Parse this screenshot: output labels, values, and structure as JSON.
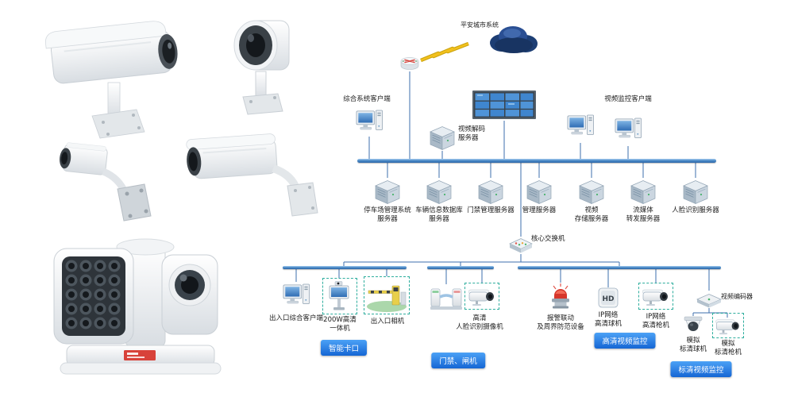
{
  "colors": {
    "badge_blue": "#1d71dd",
    "bus_blue": "#2b66a8",
    "line_blue": "#3e6fae",
    "alarm_red": "#d6362b"
  },
  "topology": {
    "cloud_label": "平安城市系统",
    "integrated_client_label": "综合系统客户端",
    "decode_server_label": "视频解码\n服务器",
    "monitor_client_label": "视频监控客户端",
    "core_switch_label": "核心交换机",
    "hd_icon_text": "HD",
    "servers": [
      {
        "label": "停车场管理系统\n服务器"
      },
      {
        "label": "车辆信息数据库\n服务器"
      },
      {
        "label": "门禁管理服务器"
      },
      {
        "label": "管理服务器"
      },
      {
        "label": "视频\n存储服务器"
      },
      {
        "label": "流媒体\n转发服务器"
      },
      {
        "label": "人脸识别服务器"
      }
    ],
    "checkpoint_group": {
      "client_label": "出入口综合客户端",
      "camera_label": "200W高清\n一体机",
      "entrance_label": "出入口相机",
      "badge": "智能卡口"
    },
    "gate_group": {
      "camera_label": "高清\n人脸识别摄像机",
      "badge": "门禁、闸机"
    },
    "hd_group": {
      "alarm_label": "报警联动\n及周界防范设备",
      "dome_label": "IP网络\n高清球机",
      "bullet_label": "IP网络\n高清枪机",
      "badge": "高清视频监控"
    },
    "sd_group": {
      "encoder_label": "视频编码器",
      "dome_label": "模拟\n标清球机",
      "bullet_label": "模拟\n标清枪机",
      "badge": "标清视频监控"
    }
  }
}
